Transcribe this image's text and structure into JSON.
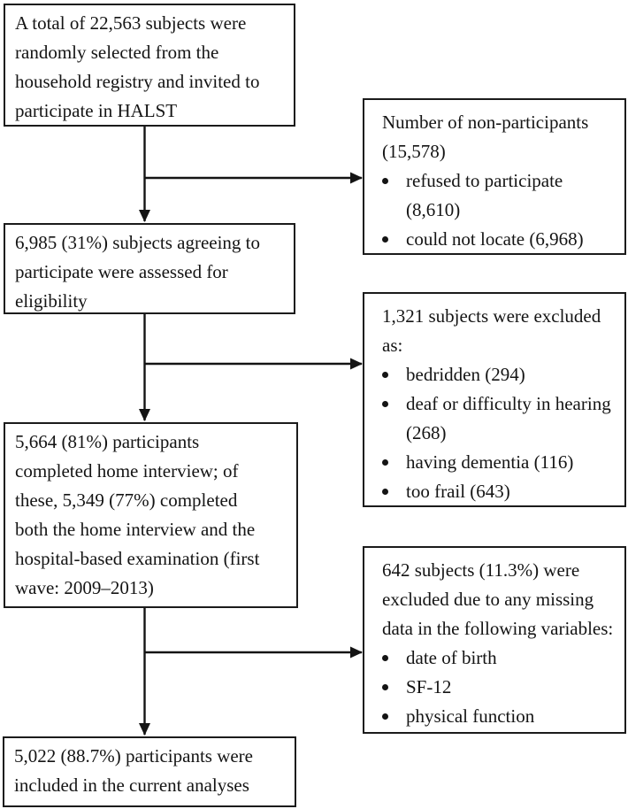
{
  "colors": {
    "box_border": "#1b1b1b",
    "text": "#141414",
    "arrow": "#141414",
    "background": "#ffffff"
  },
  "flowchart": {
    "main_boxes": [
      {
        "id": "recruited",
        "text": "A total of 22,563 subjects were\nrandomly selected from the\nhousehold registry and invited to\nparticipate in HALST"
      },
      {
        "id": "eligibility",
        "text": "6,985 (31%) subjects agreeing to\nparticipate were assessed for\neligibility"
      },
      {
        "id": "home-interview",
        "text": "5,664 (81%) participants\ncompleted home interview; of\nthese, 5,349 (77%) completed\nboth the home interview and the\nhospital-based examination (first\nwave: 2009–2013)"
      },
      {
        "id": "final-analysis",
        "text": "5,022 (88.7%) participants were\nincluded in the current analyses"
      }
    ],
    "side_boxes": [
      {
        "id": "non-participants",
        "header": "Number of non-participants\n(15,578)",
        "bullets": [
          "refused to participate\n(8,610)",
          "could not locate (6,968)"
        ]
      },
      {
        "id": "excluded",
        "header": "1,321 subjects were excluded\nas:",
        "bullets": [
          "bedridden (294)",
          "deaf or difficulty in hearing\n(268)",
          "having dementia (116)",
          "too frail (643)"
        ]
      },
      {
        "id": "missing-data",
        "header": "642 subjects (11.3%) were\nexcluded due to any missing\ndata in the following variables:",
        "bullets": [
          "date of birth",
          "SF-12",
          "physical function"
        ]
      }
    ]
  }
}
